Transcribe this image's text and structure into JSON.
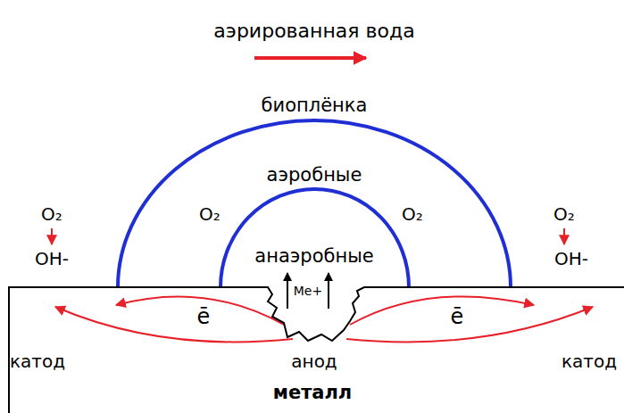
{
  "diagram": {
    "nodes": [
      {
        "text": [
          "биоплёнка",
          "аэробные",
          "O₂",
          "O₂"
        ]
      },
      {
        "text": [
          "анаэробные"
        ],
        "in": 0
      },
      {
        "text": [
          "металл"
        ]
      }
    ],
    "labels": [
      "аэрированная вода",
      "O₂",
      "OH-",
      "Me+",
      "ē",
      "ē",
      "O₂",
      "OH-",
      "катод",
      "анод",
      "катод"
    ]
  }
}
